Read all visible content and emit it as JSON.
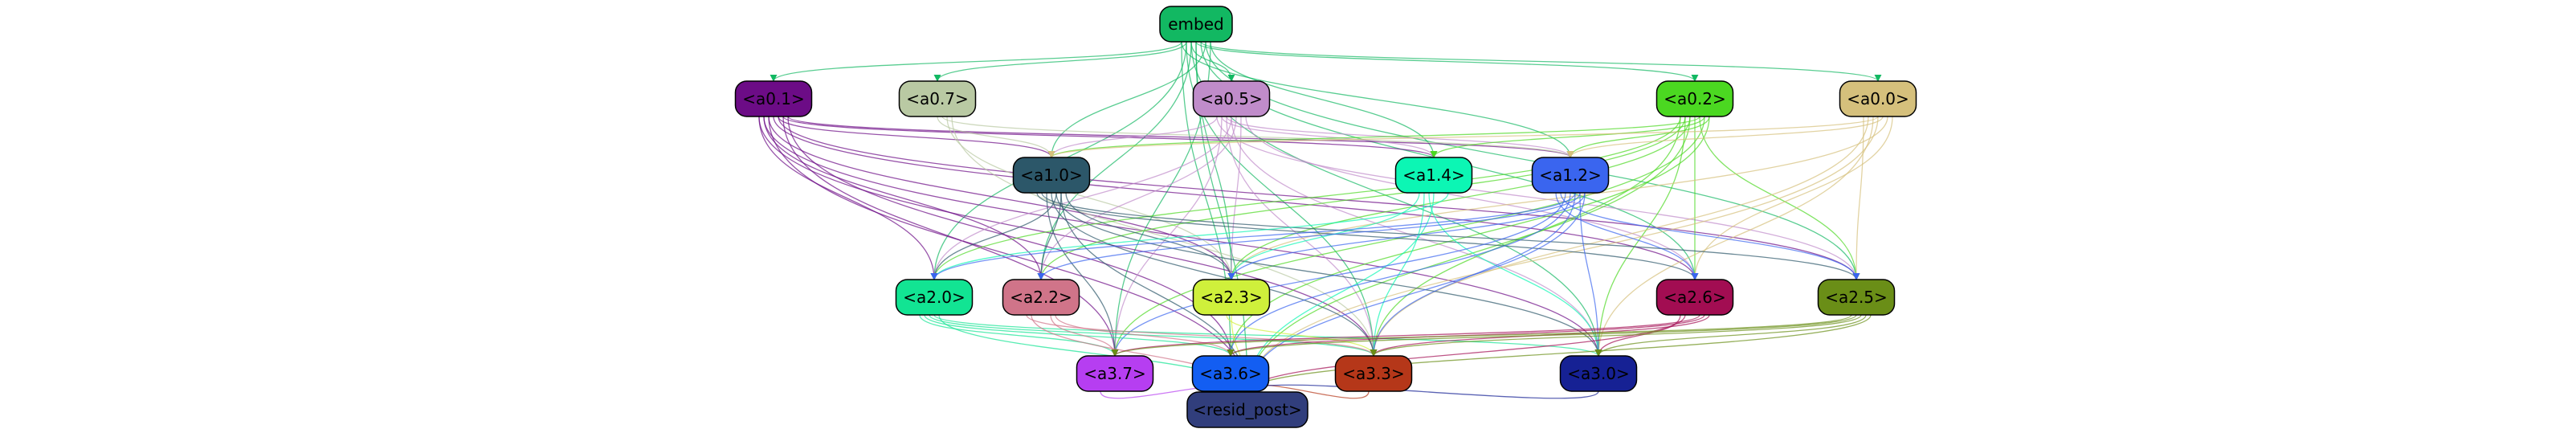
{
  "graph": {
    "nodes": [
      {
        "id": "embed",
        "label": "embed",
        "color": "#12b862",
        "text_color": "#000000"
      },
      {
        "id": "a0_1",
        "label": "<a0.1>",
        "color": "#6c0c86",
        "text_color": "#000000"
      },
      {
        "id": "a0_7",
        "label": "<a0.7>",
        "color": "#b9c9a3",
        "text_color": "#000000"
      },
      {
        "id": "a0_5",
        "label": "<a0.5>",
        "color": "#c08cca",
        "text_color": "#000000"
      },
      {
        "id": "a0_2",
        "label": "<a0.2>",
        "color": "#4bd821",
        "text_color": "#000000"
      },
      {
        "id": "a0_0",
        "label": "<a0.0>",
        "color": "#d5c07c",
        "text_color": "#000000"
      },
      {
        "id": "a1_0",
        "label": "<a1.0>",
        "color": "#2c5769",
        "text_color": "#000000"
      },
      {
        "id": "a1_4",
        "label": "<a1.4>",
        "color": "#0cf6b4",
        "text_color": "#000000"
      },
      {
        "id": "a1_2",
        "label": "<a1.2>",
        "color": "#3a65ef",
        "text_color": "#000000"
      },
      {
        "id": "a2_0",
        "label": "<a2.0>",
        "color": "#12e493",
        "text_color": "#000000"
      },
      {
        "id": "a2_2",
        "label": "<a2.2>",
        "color": "#d07489",
        "text_color": "#000000"
      },
      {
        "id": "a2_3",
        "label": "<a2.3>",
        "color": "#cff03b",
        "text_color": "#000000"
      },
      {
        "id": "a2_6",
        "label": "<a2.6>",
        "color": "#a20d52",
        "text_color": "#000000"
      },
      {
        "id": "a2_5",
        "label": "<a2.5>",
        "color": "#6a8e17",
        "text_color": "#000000"
      },
      {
        "id": "a3_7",
        "label": "<a3.7>",
        "color": "#b63ef1",
        "text_color": "#000000"
      },
      {
        "id": "a3_6",
        "label": "<a3.6>",
        "color": "#135ef2",
        "text_color": "#000000"
      },
      {
        "id": "a3_3",
        "label": "<a3.3>",
        "color": "#b53719",
        "text_color": "#000000"
      },
      {
        "id": "a3_0",
        "label": "<a3.0>",
        "color": "#162194",
        "text_color": "#000000"
      },
      {
        "id": "resid_post",
        "label": "<resid_post>",
        "color": "#313e7c",
        "text_color": "#000000"
      }
    ],
    "edges": [
      {
        "from": "embed",
        "to": "a0_1",
        "color": "#12b862"
      },
      {
        "from": "embed",
        "to": "a0_7",
        "color": "#12b862"
      },
      {
        "from": "embed",
        "to": "a0_5",
        "color": "#12b862"
      },
      {
        "from": "embed",
        "to": "a0_2",
        "color": "#12b862"
      },
      {
        "from": "embed",
        "to": "a0_0",
        "color": "#12b862"
      },
      {
        "from": "embed",
        "to": "a1_0",
        "color": "#12b862"
      },
      {
        "from": "embed",
        "to": "a1_4",
        "color": "#12b862"
      },
      {
        "from": "embed",
        "to": "a1_2",
        "color": "#12b862"
      },
      {
        "from": "embed",
        "to": "a2_0",
        "color": "#12b862"
      },
      {
        "from": "embed",
        "to": "a2_2",
        "color": "#12b862"
      },
      {
        "from": "embed",
        "to": "a2_3",
        "color": "#12b862"
      },
      {
        "from": "embed",
        "to": "a2_6",
        "color": "#12b862"
      },
      {
        "from": "embed",
        "to": "a2_5",
        "color": "#12b862"
      },
      {
        "from": "embed",
        "to": "a3_7",
        "color": "#12b862"
      },
      {
        "from": "embed",
        "to": "a3_6",
        "color": "#12b862"
      },
      {
        "from": "embed",
        "to": "a3_3",
        "color": "#12b862"
      },
      {
        "from": "embed",
        "to": "a3_0",
        "color": "#12b862"
      },
      {
        "from": "embed",
        "to": "resid_post",
        "color": "#12b862"
      },
      {
        "from": "a0_1",
        "to": "a1_0",
        "color": "#6c0c86"
      },
      {
        "from": "a0_1",
        "to": "a1_4",
        "color": "#6c0c86"
      },
      {
        "from": "a0_1",
        "to": "a1_2",
        "color": "#6c0c86"
      },
      {
        "from": "a0_1",
        "to": "a2_0",
        "color": "#6c0c86"
      },
      {
        "from": "a0_1",
        "to": "a2_2",
        "color": "#6c0c86"
      },
      {
        "from": "a0_1",
        "to": "a2_3",
        "color": "#6c0c86"
      },
      {
        "from": "a0_1",
        "to": "a2_6",
        "color": "#6c0c86"
      },
      {
        "from": "a0_1",
        "to": "a2_5",
        "color": "#6c0c86"
      },
      {
        "from": "a0_1",
        "to": "a3_7",
        "color": "#6c0c86"
      },
      {
        "from": "a0_1",
        "to": "a3_6",
        "color": "#6c0c86"
      },
      {
        "from": "a0_1",
        "to": "a3_3",
        "color": "#6c0c86"
      },
      {
        "from": "a0_1",
        "to": "a3_0",
        "color": "#6c0c86"
      },
      {
        "from": "a0_1",
        "to": "resid_post",
        "color": "#6c0c86"
      },
      {
        "from": "a0_7",
        "to": "a1_0",
        "color": "#b9c9a3"
      },
      {
        "from": "a0_7",
        "to": "a1_2",
        "color": "#b9c9a3"
      },
      {
        "from": "a0_7",
        "to": "a2_3",
        "color": "#b9c9a3"
      },
      {
        "from": "a0_7",
        "to": "a3_3",
        "color": "#b9c9a3"
      },
      {
        "from": "a0_5",
        "to": "a1_0",
        "color": "#c08cca"
      },
      {
        "from": "a0_5",
        "to": "a1_4",
        "color": "#c08cca"
      },
      {
        "from": "a0_5",
        "to": "a1_2",
        "color": "#c08cca"
      },
      {
        "from": "a0_5",
        "to": "a2_0",
        "color": "#c08cca"
      },
      {
        "from": "a0_5",
        "to": "a2_2",
        "color": "#c08cca"
      },
      {
        "from": "a0_5",
        "to": "a2_3",
        "color": "#c08cca"
      },
      {
        "from": "a0_5",
        "to": "a2_6",
        "color": "#c08cca"
      },
      {
        "from": "a0_5",
        "to": "a2_5",
        "color": "#c08cca"
      },
      {
        "from": "a0_5",
        "to": "a3_7",
        "color": "#c08cca"
      },
      {
        "from": "a0_5",
        "to": "a3_3",
        "color": "#c08cca"
      },
      {
        "from": "a0_5",
        "to": "a3_0",
        "color": "#c08cca"
      },
      {
        "from": "a0_2",
        "to": "a1_0",
        "color": "#4bd821"
      },
      {
        "from": "a0_2",
        "to": "a1_4",
        "color": "#4bd821"
      },
      {
        "from": "a0_2",
        "to": "a1_2",
        "color": "#4bd821"
      },
      {
        "from": "a0_2",
        "to": "a2_0",
        "color": "#4bd821"
      },
      {
        "from": "a0_2",
        "to": "a2_2",
        "color": "#4bd821"
      },
      {
        "from": "a0_2",
        "to": "a2_3",
        "color": "#4bd821"
      },
      {
        "from": "a0_2",
        "to": "a2_6",
        "color": "#4bd821"
      },
      {
        "from": "a0_2",
        "to": "a2_5",
        "color": "#4bd821"
      },
      {
        "from": "a0_2",
        "to": "a3_7",
        "color": "#4bd821"
      },
      {
        "from": "a0_2",
        "to": "a3_6",
        "color": "#4bd821"
      },
      {
        "from": "a0_2",
        "to": "a3_3",
        "color": "#4bd821"
      },
      {
        "from": "a0_2",
        "to": "a3_0",
        "color": "#4bd821"
      },
      {
        "from": "a0_2",
        "to": "resid_post",
        "color": "#4bd821"
      },
      {
        "from": "a0_0",
        "to": "a1_0",
        "color": "#d5c07c"
      },
      {
        "from": "a0_0",
        "to": "a1_2",
        "color": "#d5c07c"
      },
      {
        "from": "a0_0",
        "to": "a2_3",
        "color": "#d5c07c"
      },
      {
        "from": "a0_0",
        "to": "a2_6",
        "color": "#d5c07c"
      },
      {
        "from": "a0_0",
        "to": "a2_5",
        "color": "#d5c07c"
      },
      {
        "from": "a0_0",
        "to": "a3_3",
        "color": "#d5c07c"
      },
      {
        "from": "a0_0",
        "to": "a3_0",
        "color": "#d5c07c"
      },
      {
        "from": "a0_0",
        "to": "resid_post",
        "color": "#d5c07c"
      },
      {
        "from": "a1_0",
        "to": "a2_0",
        "color": "#2c5769"
      },
      {
        "from": "a1_0",
        "to": "a2_2",
        "color": "#2c5769"
      },
      {
        "from": "a1_0",
        "to": "a2_3",
        "color": "#2c5769"
      },
      {
        "from": "a1_0",
        "to": "a2_6",
        "color": "#2c5769"
      },
      {
        "from": "a1_0",
        "to": "a2_5",
        "color": "#2c5769"
      },
      {
        "from": "a1_0",
        "to": "a3_7",
        "color": "#2c5769"
      },
      {
        "from": "a1_0",
        "to": "a3_3",
        "color": "#2c5769"
      },
      {
        "from": "a1_0",
        "to": "a3_0",
        "color": "#2c5769"
      },
      {
        "from": "a1_0",
        "to": "resid_post",
        "color": "#2c5769"
      },
      {
        "from": "a1_4",
        "to": "a2_0",
        "color": "#0cf6b4"
      },
      {
        "from": "a1_4",
        "to": "a2_3",
        "color": "#0cf6b4"
      },
      {
        "from": "a1_4",
        "to": "a3_3",
        "color": "#0cf6b4"
      },
      {
        "from": "a1_4",
        "to": "a3_0",
        "color": "#0cf6b4"
      },
      {
        "from": "a1_4",
        "to": "resid_post",
        "color": "#0cf6b4"
      },
      {
        "from": "a1_2",
        "to": "a2_0",
        "color": "#3a65ef"
      },
      {
        "from": "a1_2",
        "to": "a2_2",
        "color": "#3a65ef"
      },
      {
        "from": "a1_2",
        "to": "a2_3",
        "color": "#3a65ef"
      },
      {
        "from": "a1_2",
        "to": "a2_6",
        "color": "#3a65ef"
      },
      {
        "from": "a1_2",
        "to": "a2_5",
        "color": "#3a65ef"
      },
      {
        "from": "a1_2",
        "to": "a3_7",
        "color": "#3a65ef"
      },
      {
        "from": "a1_2",
        "to": "a3_6",
        "color": "#3a65ef"
      },
      {
        "from": "a1_2",
        "to": "a3_3",
        "color": "#3a65ef"
      },
      {
        "from": "a1_2",
        "to": "a3_0",
        "color": "#3a65ef"
      },
      {
        "from": "a1_2",
        "to": "resid_post",
        "color": "#3a65ef"
      },
      {
        "from": "a2_0",
        "to": "a3_7",
        "color": "#12e493"
      },
      {
        "from": "a2_0",
        "to": "a3_6",
        "color": "#12e493"
      },
      {
        "from": "a2_0",
        "to": "a3_3",
        "color": "#12e493"
      },
      {
        "from": "a2_0",
        "to": "a3_0",
        "color": "#12e493"
      },
      {
        "from": "a2_0",
        "to": "resid_post",
        "color": "#12e493"
      },
      {
        "from": "a2_2",
        "to": "a3_7",
        "color": "#d07489"
      },
      {
        "from": "a2_2",
        "to": "a3_6",
        "color": "#d07489"
      },
      {
        "from": "a2_2",
        "to": "a3_3",
        "color": "#d07489"
      },
      {
        "from": "a2_2",
        "to": "resid_post",
        "color": "#d07489"
      },
      {
        "from": "a2_3",
        "to": "a3_3",
        "color": "#cff03b"
      },
      {
        "from": "a2_3",
        "to": "resid_post",
        "color": "#cff03b"
      },
      {
        "from": "a2_6",
        "to": "a3_7",
        "color": "#a20d52"
      },
      {
        "from": "a2_6",
        "to": "a3_6",
        "color": "#a20d52"
      },
      {
        "from": "a2_6",
        "to": "a3_3",
        "color": "#a20d52"
      },
      {
        "from": "a2_6",
        "to": "a3_0",
        "color": "#a20d52"
      },
      {
        "from": "a2_6",
        "to": "resid_post",
        "color": "#a20d52"
      },
      {
        "from": "a2_5",
        "to": "a3_7",
        "color": "#6a8e17"
      },
      {
        "from": "a2_5",
        "to": "a3_6",
        "color": "#6a8e17"
      },
      {
        "from": "a2_5",
        "to": "a3_3",
        "color": "#6a8e17"
      },
      {
        "from": "a2_5",
        "to": "a3_0",
        "color": "#6a8e17"
      },
      {
        "from": "a2_5",
        "to": "resid_post",
        "color": "#6a8e17"
      },
      {
        "from": "a3_7",
        "to": "resid_post",
        "color": "#b63ef1"
      },
      {
        "from": "a3_6",
        "to": "resid_post",
        "color": "#135ef2"
      },
      {
        "from": "a3_3",
        "to": "resid_post",
        "color": "#b53719"
      },
      {
        "from": "a3_0",
        "to": "resid_post",
        "color": "#162194"
      }
    ]
  }
}
